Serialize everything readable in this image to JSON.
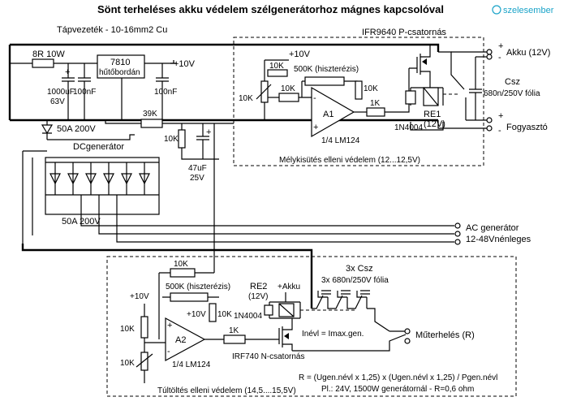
{
  "title": "Sönt terheléses akku védelem szélgenerátorhoz mágnes kapcsolóval",
  "brand": "szelesember",
  "labels": {
    "supply_line": "Tápvezeték - 10-16mm2 Cu",
    "r_8r": "8R 10W",
    "reg_7810_a": "7810",
    "reg_7810_b": "hűtőbordán",
    "plus10v_top": "+10V",
    "c1000_a": "1000uF",
    "c1000_b": "63V",
    "c100n_a": "100nF",
    "c100n_b": "100nF",
    "ifr9640": "IFR9640 P-csatornás",
    "akku_plus": "+",
    "akku_minus": "-",
    "akku": "Akku (12V)",
    "plus10v_a1": "+10V",
    "r10k_a1_pot": "10K",
    "r500k_a1": "500K (hiszterézis)",
    "r10k_a1_left": "10K",
    "r10k_a1_in": "10K",
    "r10k_a1_right": "10K",
    "op_a1": "A1",
    "lm124_a1": "1/4 LM124",
    "r1k_a1": "1K",
    "re1_a": "RE1",
    "re1_b": "(12V)",
    "d1n4004_top": "1N4004",
    "csz_a": "Csz",
    "csz_b": "680n/250V fólia",
    "fogy_plus": "+",
    "fogy_minus": "-",
    "fogyaszto": "Fogyasztó",
    "r39k": "39K",
    "d50a_top": "50A 200V",
    "dcgen": "DCgenerátor",
    "r10k_div": "10K",
    "c47u_a": "47uF",
    "c47u_b": "25V",
    "deep_discharge": "Mélykisütés elleni védelem (12...12,5V)",
    "bridge_rating": "50A 200V",
    "ac_gen": "AC generátor",
    "ac_volt": "12-48Vnénleges",
    "r10k_a2_top": "10K",
    "r500k_a2": "500K (hiszterézis)",
    "plus10v_a2_left": "+10V",
    "plus10v_a2": "+10V",
    "re2_a": "RE2",
    "re2_b": "(12V)",
    "plus_akku": "+Akku",
    "d1n4004_bot": "1N4004",
    "csz3_a": "3x Csz",
    "csz3_b": "3x 680n/250V fólia",
    "r10k_a2_left_top": "10K",
    "r10k_a2_left_bot": "10K",
    "r10k_a2_right": "10K",
    "op_a2": "A2",
    "lm124_a2": "1/4 LM124",
    "r1k_a2": "1K",
    "inevl": "Inévl = Imax.gen.",
    "muterheles": "Műterhelés (R)",
    "irf740": "IRF740 N-csatornás",
    "overcharge": "Túltöltés elleni védelem (14,5....15,5V)",
    "formula": "R = (Ugen.névl x 1,25) x (Ugen.névl x 1,25) / Pgen.névl",
    "example": "Pl.: 24V, 1500W generátornál - R=0,6 ohm"
  }
}
